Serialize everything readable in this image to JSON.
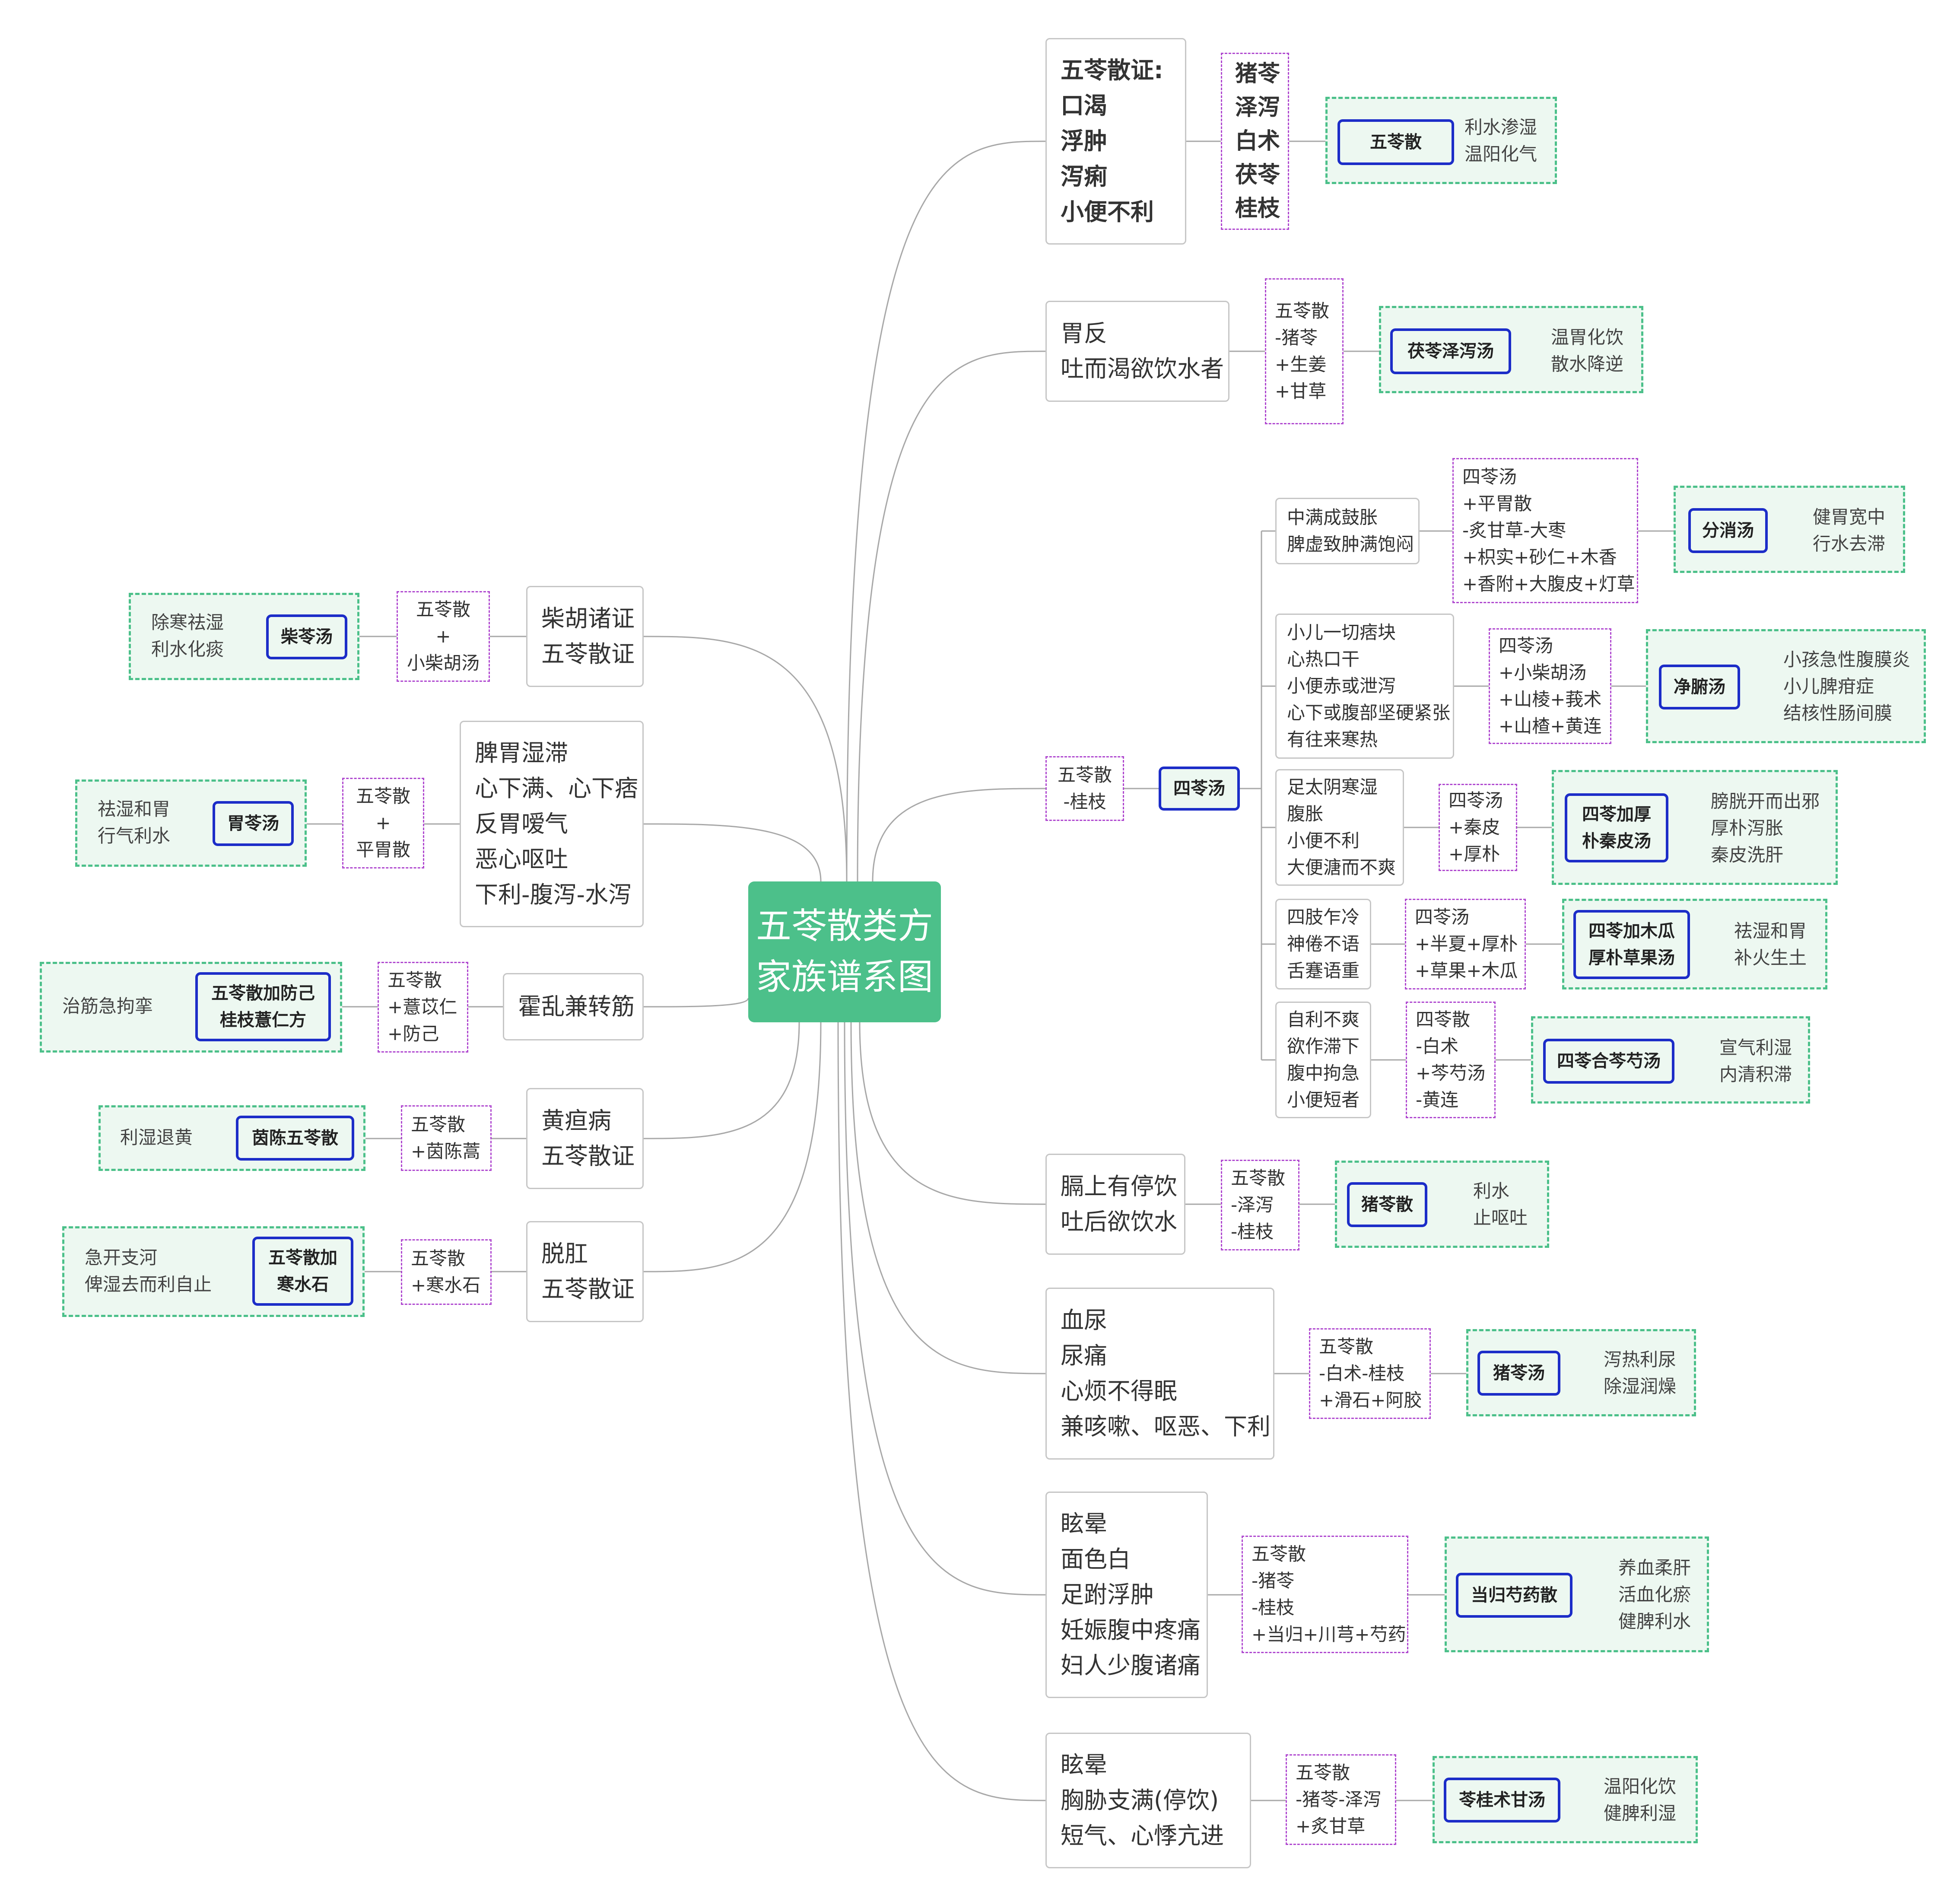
{
  "central": [
    "五苓散类方",
    "家族谱系图"
  ],
  "colors": {
    "central": "#4cc08a",
    "formula_border": "#1c2dc8",
    "effect_border": "#4cc08a",
    "modifier_border": "#b04ad0",
    "condition_border": "#c6c6c6",
    "link": "#a8a8a8"
  },
  "right": [
    {
      "condition": [
        "五苓散证:",
        "口渴",
        "浮肿",
        "泻痢",
        "小便不利"
      ],
      "modifier": [
        "猪苓",
        "泽泻",
        "白术",
        "茯苓",
        "桂枝"
      ],
      "formula": [
        "五苓散"
      ],
      "effects": [
        "利水渗湿",
        "温阳化气"
      ]
    },
    {
      "condition": [
        "胃反",
        "吐而渴欲饮水者"
      ],
      "modifier": [
        "五苓散",
        "-猪苓",
        "+生姜",
        "+甘草"
      ],
      "formula": [
        "茯苓泽泻汤"
      ],
      "effects": [
        "温胃化饮",
        "散水降逆"
      ]
    },
    {
      "modifier": [
        "五苓散",
        "-桂枝"
      ],
      "formula": [
        "四苓汤"
      ],
      "children": [
        {
          "condition": [
            "中满成鼓胀",
            "脾虚致肿满饱闷"
          ],
          "modifier": [
            "四苓汤",
            "+平胃散",
            "-炙甘草-大枣",
            "+枳实+砂仁+木香",
            "+香附+大腹皮+灯草"
          ],
          "formula": [
            "分消汤"
          ],
          "effects": [
            "健胃宽中",
            "行水去滞"
          ]
        },
        {
          "condition": [
            "小儿一切痞块",
            "心热口干",
            "小便赤或泄泻",
            "心下或腹部坚硬紧张",
            "有往来寒热"
          ],
          "modifier": [
            "四苓汤",
            "+小柴胡汤",
            "+山棱+莪术",
            "+山楂+黄连"
          ],
          "formula": [
            "净腑汤"
          ],
          "effects": [
            "小孩急性腹膜炎",
            "小儿脾疳症",
            "结核性肠间膜"
          ]
        },
        {
          "condition": [
            "足太阴寒湿",
            "腹胀",
            "小便不利",
            "大便溏而不爽"
          ],
          "modifier": [
            "四苓汤",
            "+秦皮",
            "+厚朴"
          ],
          "formula": [
            "四苓加厚",
            "朴秦皮汤"
          ],
          "effects": [
            "膀胱开而出邪",
            "厚朴泻胀",
            "秦皮洗肝"
          ]
        },
        {
          "condition": [
            "四肢乍冷",
            "神倦不语",
            "舌蹇语重"
          ],
          "modifier": [
            "四苓汤",
            "+半夏+厚朴",
            "+草果+木瓜"
          ],
          "formula": [
            "四苓加木瓜",
            "厚朴草果汤"
          ],
          "effects": [
            "祛湿和胃",
            "补火生土"
          ]
        },
        {
          "condition": [
            "自利不爽",
            "欲作滞下",
            "腹中拘急",
            "小便短者"
          ],
          "modifier": [
            "四苓散",
            "-白术",
            "+芩芍汤",
            "-黄连"
          ],
          "formula": [
            "四苓合芩芍汤"
          ],
          "effects": [
            "宣气利湿",
            "内清积滞"
          ]
        }
      ]
    },
    {
      "condition": [
        "膈上有停饮",
        "吐后欲饮水"
      ],
      "modifier": [
        "五苓散",
        "-泽泻",
        "-桂枝"
      ],
      "formula": [
        "猪苓散"
      ],
      "effects": [
        "利水",
        "止呕吐"
      ]
    },
    {
      "condition": [
        "血尿",
        "尿痛",
        "心烦不得眠",
        "兼咳嗽、呕恶、下利"
      ],
      "modifier": [
        "五苓散",
        "-白术-桂枝",
        "+滑石+阿胶"
      ],
      "formula": [
        "猪苓汤"
      ],
      "effects": [
        "泻热利尿",
        "除湿润燥"
      ]
    },
    {
      "condition": [
        "眩晕",
        "面色白",
        "足跗浮肿",
        "妊娠腹中疼痛",
        "妇人少腹诸痛"
      ],
      "modifier": [
        "五苓散",
        "-猪苓",
        "-桂枝",
        "+当归+川芎+芍药"
      ],
      "formula": [
        "当归芍药散"
      ],
      "effects": [
        "养血柔肝",
        "活血化瘀",
        "健脾利水"
      ]
    },
    {
      "condition": [
        "眩晕",
        "胸胁支满(停饮)",
        "短气、心悸亢进"
      ],
      "modifier": [
        "五苓散",
        "-猪苓-泽泻",
        "+炙甘草"
      ],
      "formula": [
        "苓桂术甘汤"
      ],
      "effects": [
        "温阳化饮",
        "健脾利湿"
      ]
    }
  ],
  "left": [
    {
      "condition": [
        "柴胡诸证",
        "五苓散证"
      ],
      "modifier": [
        "五苓散",
        "+",
        "小柴胡汤"
      ],
      "formula": [
        "柴苓汤"
      ],
      "effects": [
        "除寒祛湿",
        "利水化痰"
      ]
    },
    {
      "condition": [
        "脾胃湿滞",
        "心下满、心下痞",
        "反胃嗳气",
        "恶心呕吐",
        "下利-腹泻-水泻"
      ],
      "modifier": [
        "五苓散",
        "+",
        "平胃散"
      ],
      "formula": [
        "胃苓汤"
      ],
      "effects": [
        "祛湿和胃",
        "行气利水"
      ]
    },
    {
      "condition": [
        "霍乱兼转筋"
      ],
      "modifier": [
        "五苓散",
        "+薏苡仁",
        "+防己"
      ],
      "formula": [
        "五苓散加防己",
        "桂枝薏仁方"
      ],
      "effects": [
        "治筋急拘挛"
      ]
    },
    {
      "condition": [
        "黄疸病",
        "五苓散证"
      ],
      "modifier": [
        "五苓散",
        "+茵陈蒿"
      ],
      "formula": [
        "茵陈五苓散"
      ],
      "effects": [
        "利湿退黄"
      ]
    },
    {
      "condition": [
        "脱肛",
        "五苓散证"
      ],
      "modifier": [
        "五苓散",
        "+寒水石"
      ],
      "formula": [
        "五苓散加",
        "寒水石"
      ],
      "effects": [
        "急开支河",
        "俾湿去而利自止"
      ]
    }
  ]
}
